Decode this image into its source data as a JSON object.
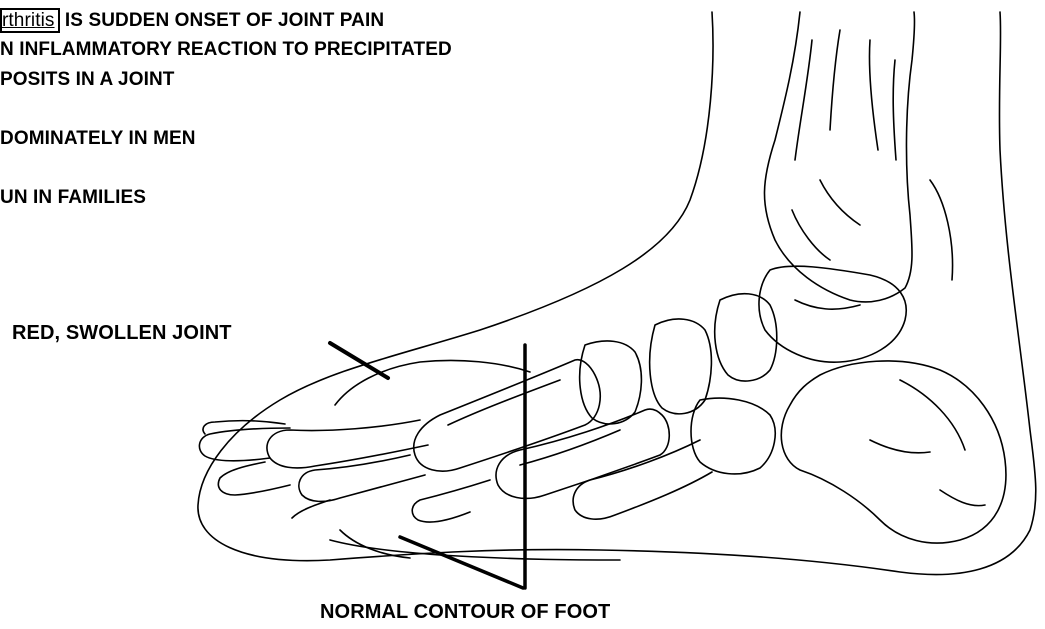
{
  "header_lines": [
    {
      "keyword": "rthritis",
      "rest": " IS SUDDEN ONSET OF JOINT PAIN"
    },
    {
      "text": "N INFLAMMATORY REACTION TO PRECIPITATED"
    },
    {
      "text": "POSITS IN A JOINT"
    },
    {
      "text": "DOMINATELY IN MEN"
    },
    {
      "text": "UN IN FAMILIES"
    }
  ],
  "labels": {
    "swollen_joint": "RED, SWOLLEN JOINT",
    "normal_contour": "NORMAL CONTOUR OF FOOT"
  },
  "colors": {
    "ink": "#000000",
    "background": "#ffffff"
  }
}
